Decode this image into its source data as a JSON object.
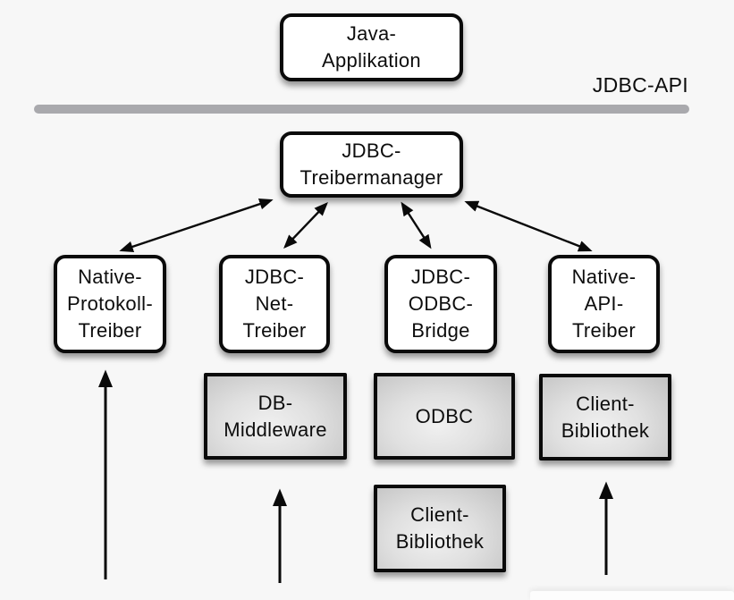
{
  "api_label": "JDBC-API",
  "nodes": {
    "java_application": "Java-\nApplikation",
    "jdbc_treibermanager": "JDBC-\nTreibermanager",
    "native_protokoll_treiber": "Native-\nProtokoll-\nTreiber",
    "jdbc_net_treiber": "JDBC-\nNet-\nTreiber",
    "jdbc_odbc_bridge": "JDBC-\nODBC-\nBridge",
    "native_api_treiber": "Native-\nAPI-\nTreiber",
    "db_middleware": "DB-\nMiddleware",
    "odbc": "ODBC",
    "client_bibliothek_odbc": "Client-\nBibliothek",
    "client_bibliothek_api": "Client-\nBibliothek"
  },
  "connections": [
    {
      "from": "jdbc_treibermanager",
      "to": "native_protokoll_treiber",
      "type": "bidirectional"
    },
    {
      "from": "jdbc_treibermanager",
      "to": "jdbc_net_treiber",
      "type": "bidirectional"
    },
    {
      "from": "jdbc_treibermanager",
      "to": "jdbc_odbc_bridge",
      "type": "bidirectional"
    },
    {
      "from": "jdbc_treibermanager",
      "to": "native_api_treiber",
      "type": "bidirectional"
    },
    {
      "from": "bottom_edge",
      "to": "native_protokoll_treiber",
      "type": "arrow-up"
    },
    {
      "from": "bottom_edge",
      "to": "db_middleware",
      "type": "arrow-up"
    },
    {
      "from": "bottom_edge",
      "to": "client_bibliothek_api",
      "type": "arrow-up"
    }
  ],
  "colors": {
    "background": "#f7f7f7",
    "box_fill": "#ffffff",
    "box_border": "#0a0a0a",
    "gray_box_light": "#f0f0f0",
    "gray_box_dark": "#c2c2c2",
    "divider": "#a9a9ad",
    "arrow": "#0a0a0a",
    "text": "#0d0d0d"
  }
}
